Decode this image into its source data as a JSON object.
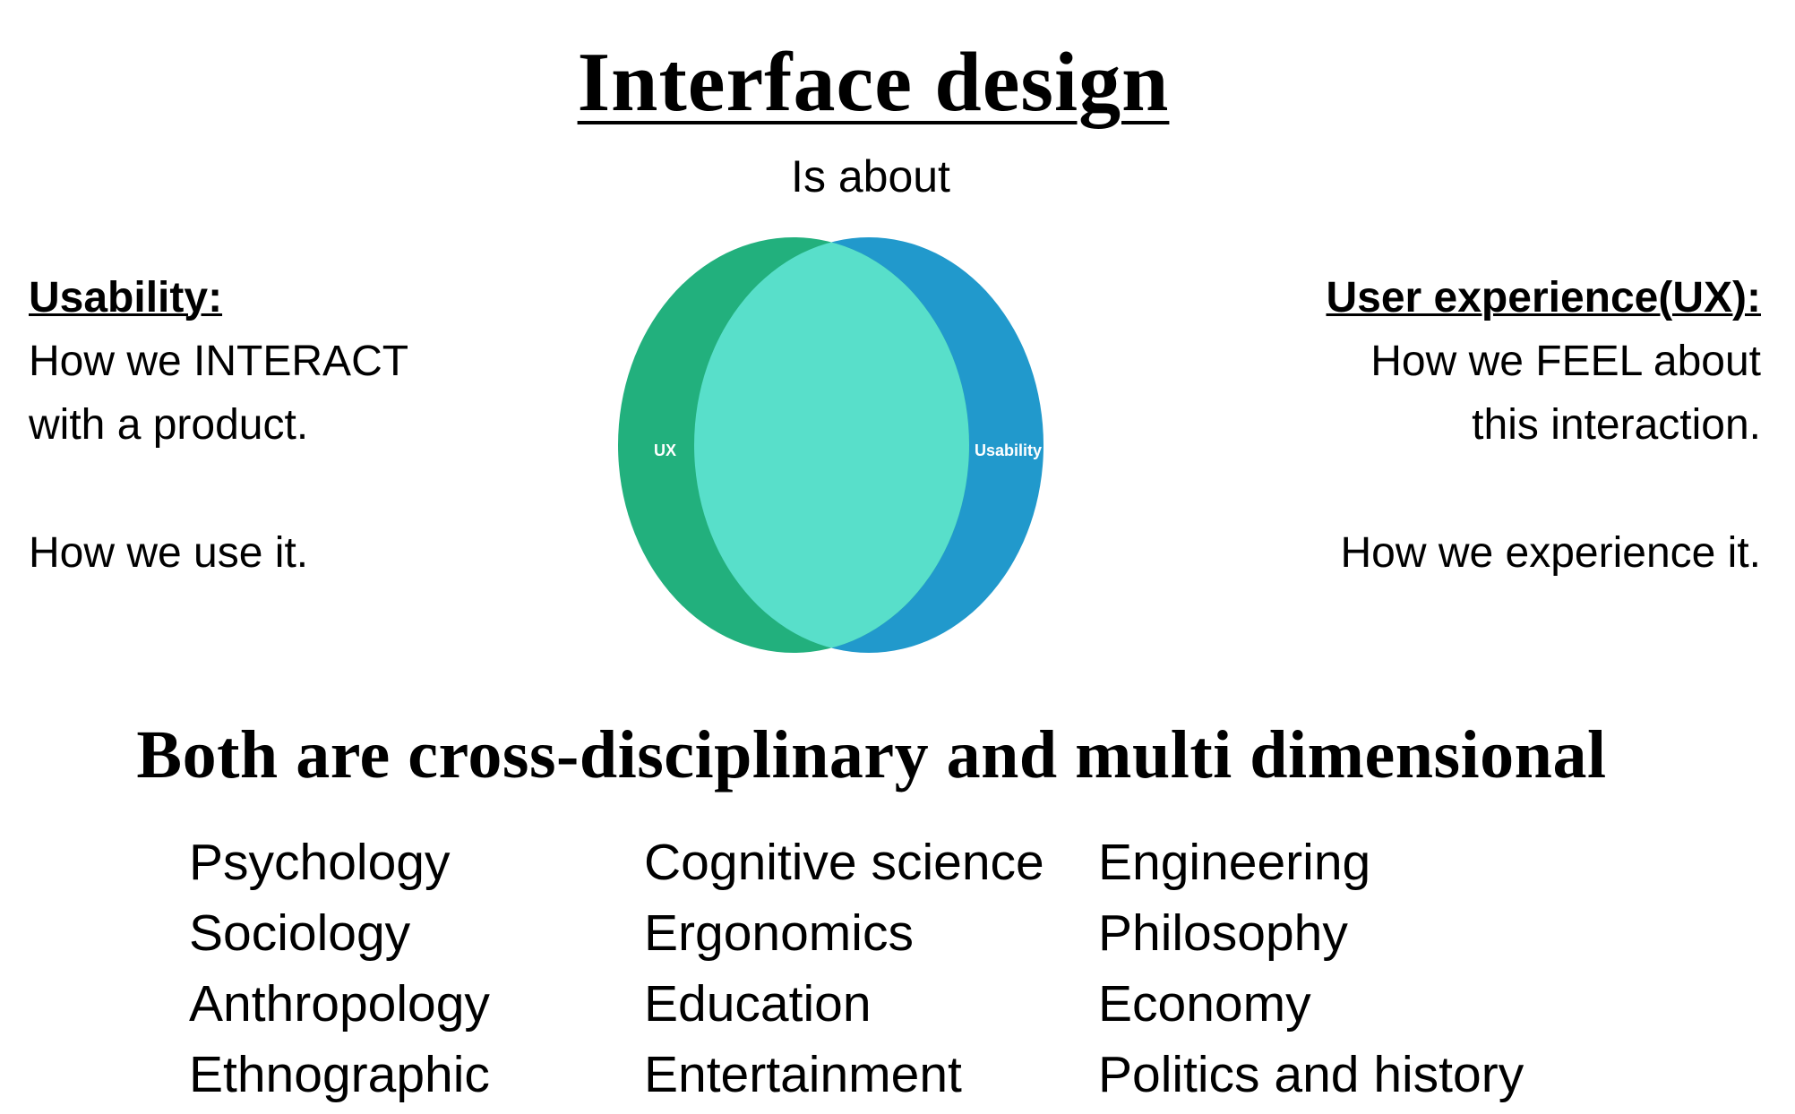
{
  "title": "Interface design",
  "subtitle": "Is about",
  "left": {
    "heading": "Usability:",
    "lines": [
      "How we INTERACT",
      "with a product.",
      "How we use it."
    ]
  },
  "right": {
    "heading": "User experience(UX):",
    "lines": [
      "How we FEEL about",
      "this interaction.",
      "How we experience it."
    ]
  },
  "venn": {
    "left_label": "UX",
    "right_label": "Usability",
    "colors": {
      "left": "#22b07d",
      "right": "#2199cc",
      "overlap": "#58dfca"
    }
  },
  "both_heading": "Both are cross-disciplinary and multi dimensional",
  "disciplines": [
    [
      "Psychology",
      "Sociology",
      "Anthropology",
      "Ethnographic"
    ],
    [
      "Cognitive science",
      "Ergonomics",
      "Education",
      "Entertainment"
    ],
    [
      "Engineering",
      "Philosophy",
      "Economy",
      "Politics and history"
    ]
  ]
}
